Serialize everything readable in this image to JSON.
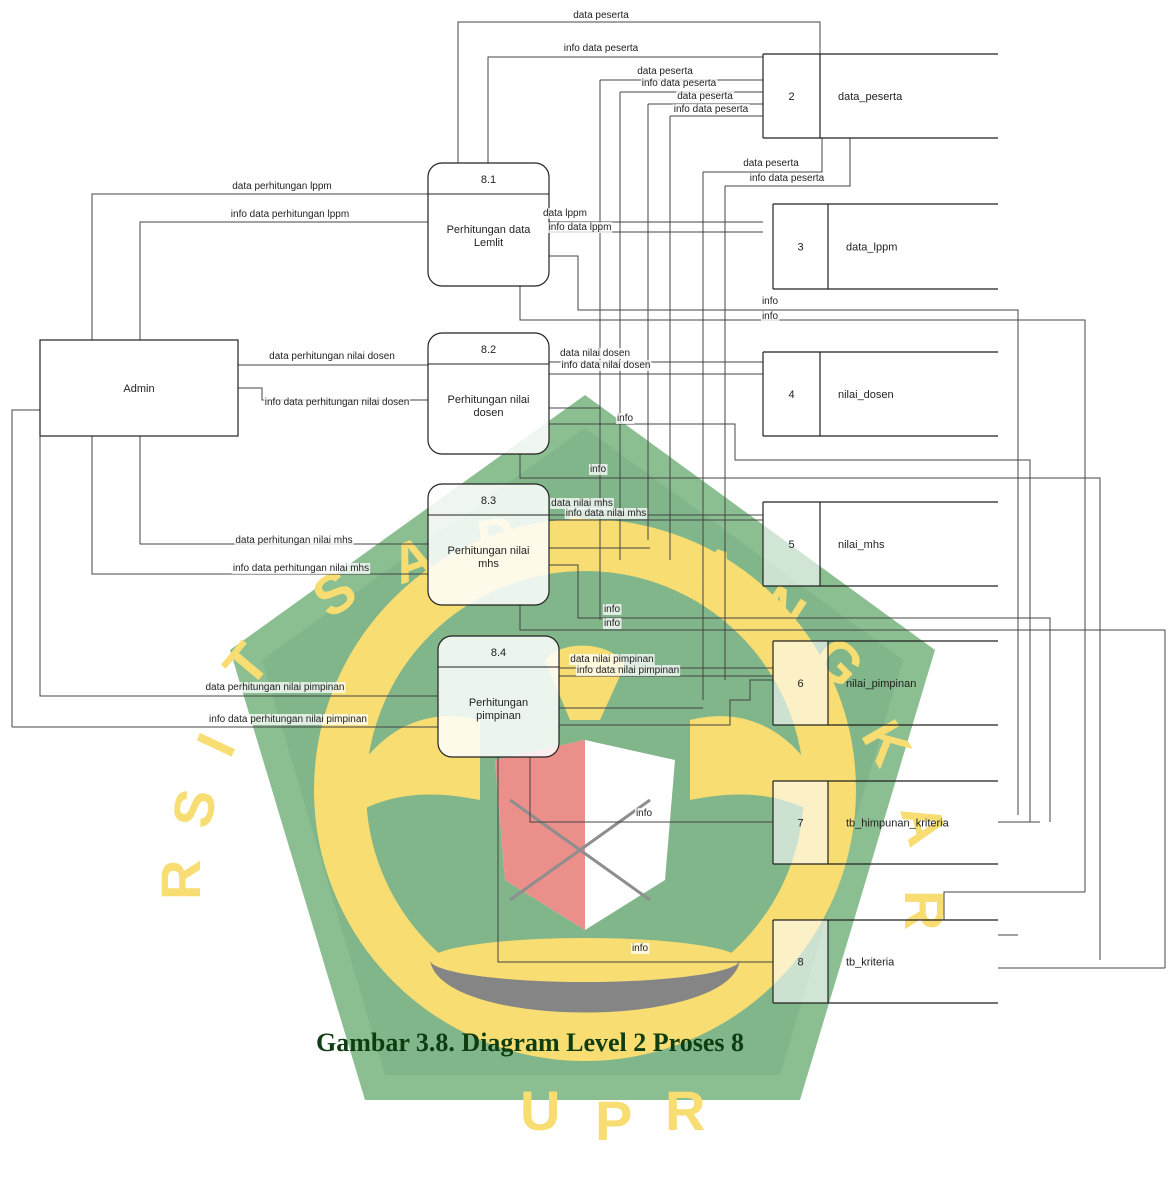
{
  "external_entity": {
    "label": "Admin"
  },
  "processes": [
    {
      "number": "8.1",
      "label": [
        "Perhitungan data",
        "Lemlit"
      ]
    },
    {
      "number": "8.2",
      "label": [
        "Perhitungan nilai",
        "dosen"
      ]
    },
    {
      "number": "8.3",
      "label": [
        "Perhitungan nilai",
        "mhs"
      ]
    },
    {
      "number": "8.4",
      "label": [
        "Perhitungan",
        "pimpinan"
      ]
    }
  ],
  "data_stores": [
    {
      "id": "2",
      "name": "data_peserta"
    },
    {
      "id": "3",
      "name": "data_lppm"
    },
    {
      "id": "4",
      "name": "nilai_dosen"
    },
    {
      "id": "5",
      "name": "nilai_mhs"
    },
    {
      "id": "6",
      "name": "nilai_pimpinan"
    },
    {
      "id": "7",
      "name": "tb_himpunan_kriteria"
    },
    {
      "id": "8",
      "name": "tb_kriteria"
    }
  ],
  "flows": {
    "data_peserta": "data peserta",
    "info_data_peserta": "info data peserta",
    "data_perhitungan_lppm": "data perhitungan lppm",
    "info_data_perhitungan_lppm": "info data perhitungan lppm",
    "data_lppm": "data lppm",
    "info_data_lppm": "info data lppm",
    "info": "info",
    "data_perhitungan_nilai_dosen": "data perhitungan nilai dosen",
    "info_data_perhitungan_nilai_dosen": "info data perhitungan nilai dosen",
    "data_nilai_dosen": "data nilai dosen",
    "info_data_nilai_dosen": "info data nilai dosen",
    "data_perhitungan_nilai_mhs": "data perhitungan nilai mhs",
    "info_data_perhitungan_nilai_mhs": "info data perhitungan nilai mhs",
    "data_nilai_mhs": "data nilai mhs",
    "info_data_nilai_mhs": "info data nilai mhs",
    "data_perhitungan_nilai_pimpinan": "data perhitungan nilai pimpinan",
    "info_data_perhitungan_nilai_pimpinan": "info data perhitungan nilai pimpinan",
    "data_nilai_pimpinan": "data nilai pimpinan",
    "info_data_nilai_pimpinan": "info data nilai pimpinan"
  },
  "watermark": {
    "text_top": "PALANGKA",
    "text_left": "UNIVERSITAS",
    "text_right": "RAYA",
    "text_bottom": "UPR"
  },
  "caption": "Gambar 3.8. Diagram Level 2 Proses 8"
}
